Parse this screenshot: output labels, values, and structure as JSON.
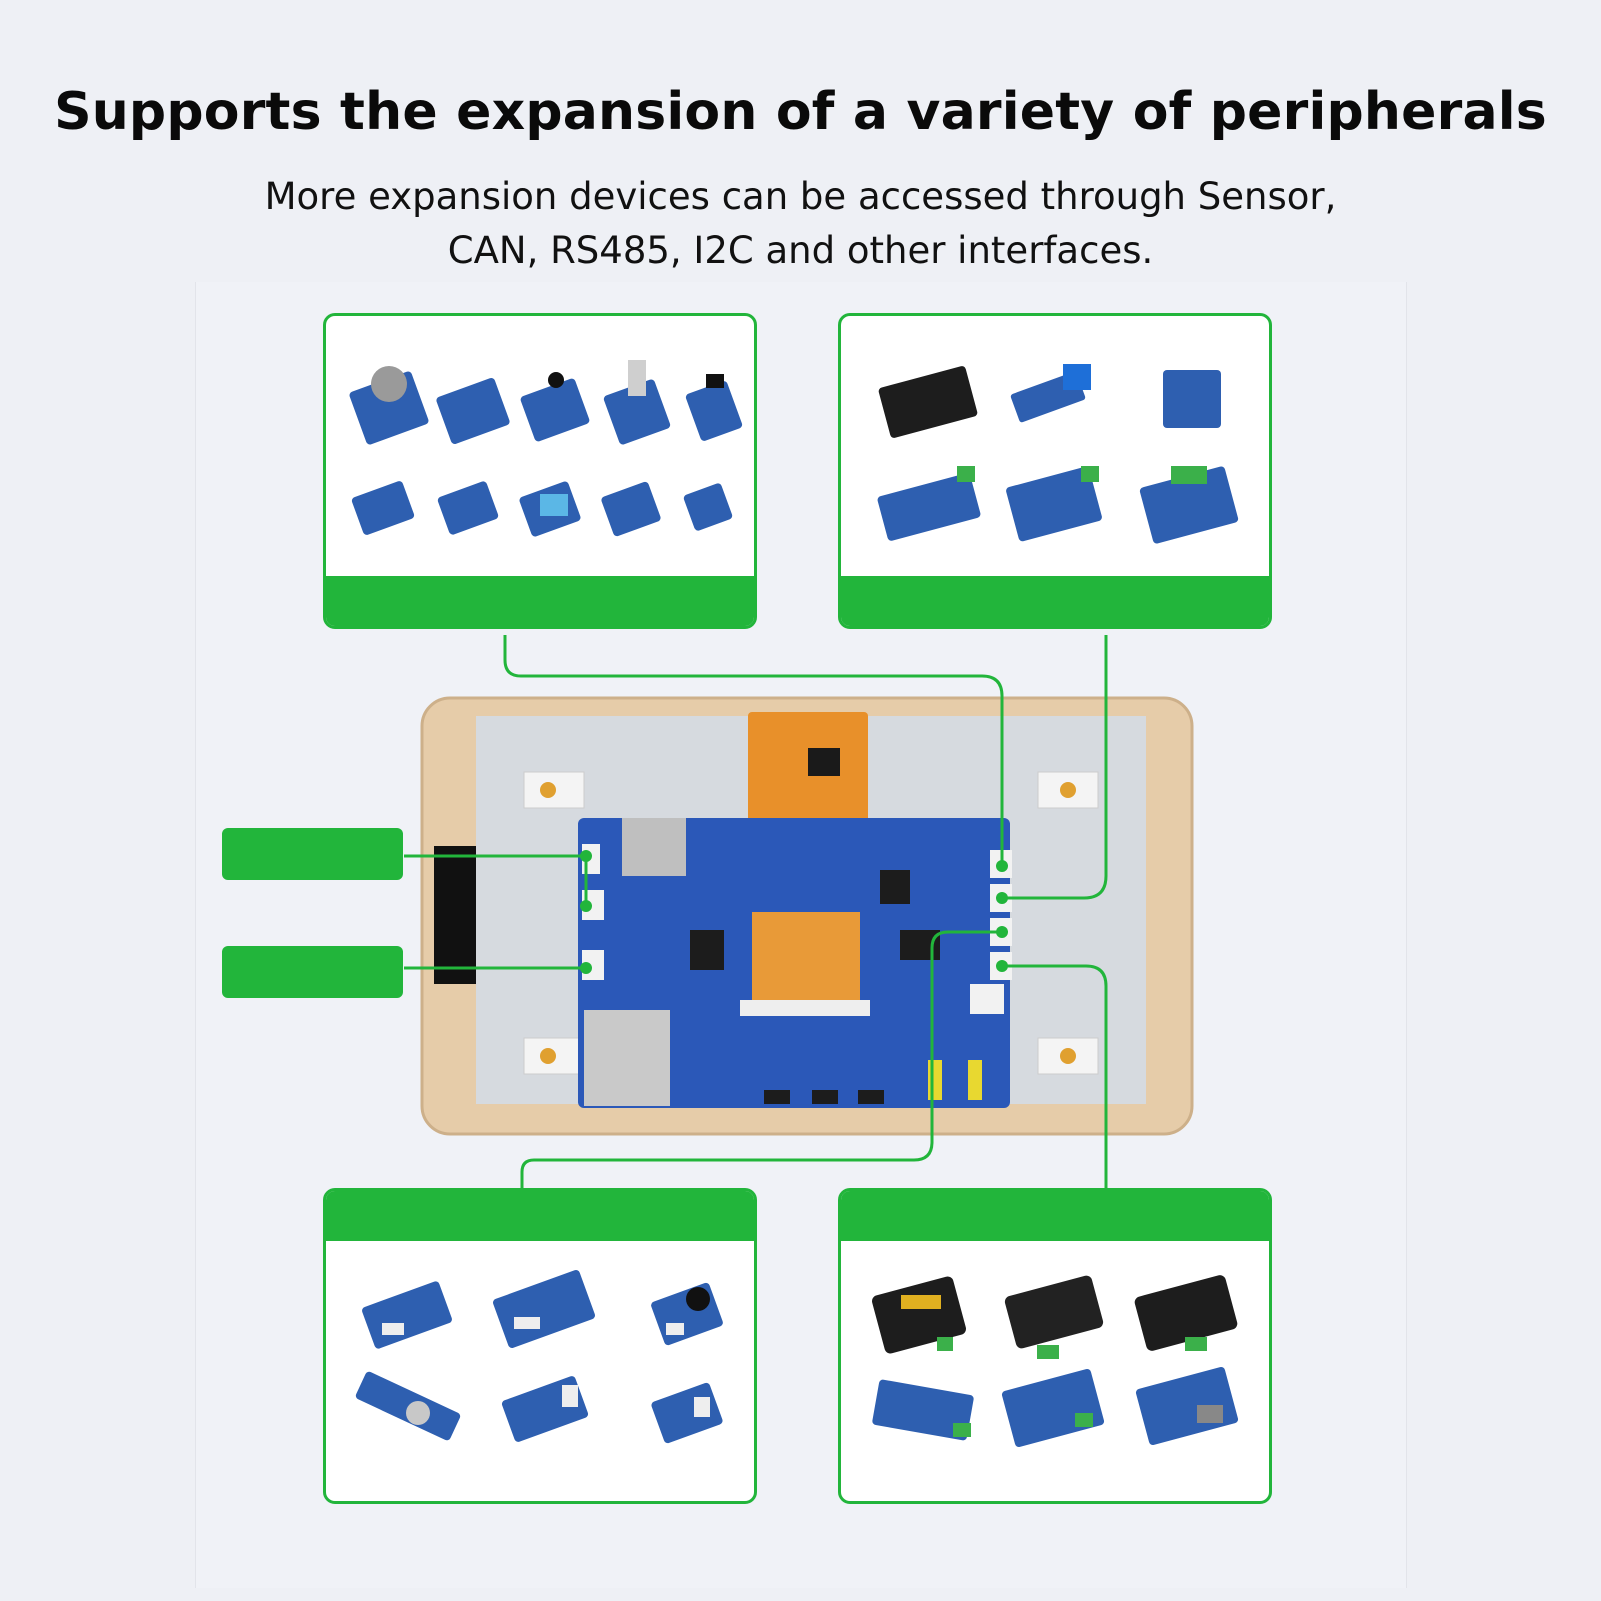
{
  "header": {
    "title": "Supports the expansion of a variety of peripherals",
    "subtitle_line1": "More expansion devices can be accessed through Sensor,",
    "subtitle_line2": "CAN, RS485, I2C and other interfaces."
  },
  "colors": {
    "accent_green": "#22b53b",
    "board_blue": "#2b58b8",
    "frame_wood": "#e8cfae",
    "background": "#eef0f5"
  },
  "icons": {
    "sensor_modules": "sensor-module-icon",
    "can_modules": "can-module-icon",
    "i2c_modules": "i2c-module-icon",
    "rs485_modules": "rs485-module-icon",
    "display_board": "display-board-icon"
  }
}
